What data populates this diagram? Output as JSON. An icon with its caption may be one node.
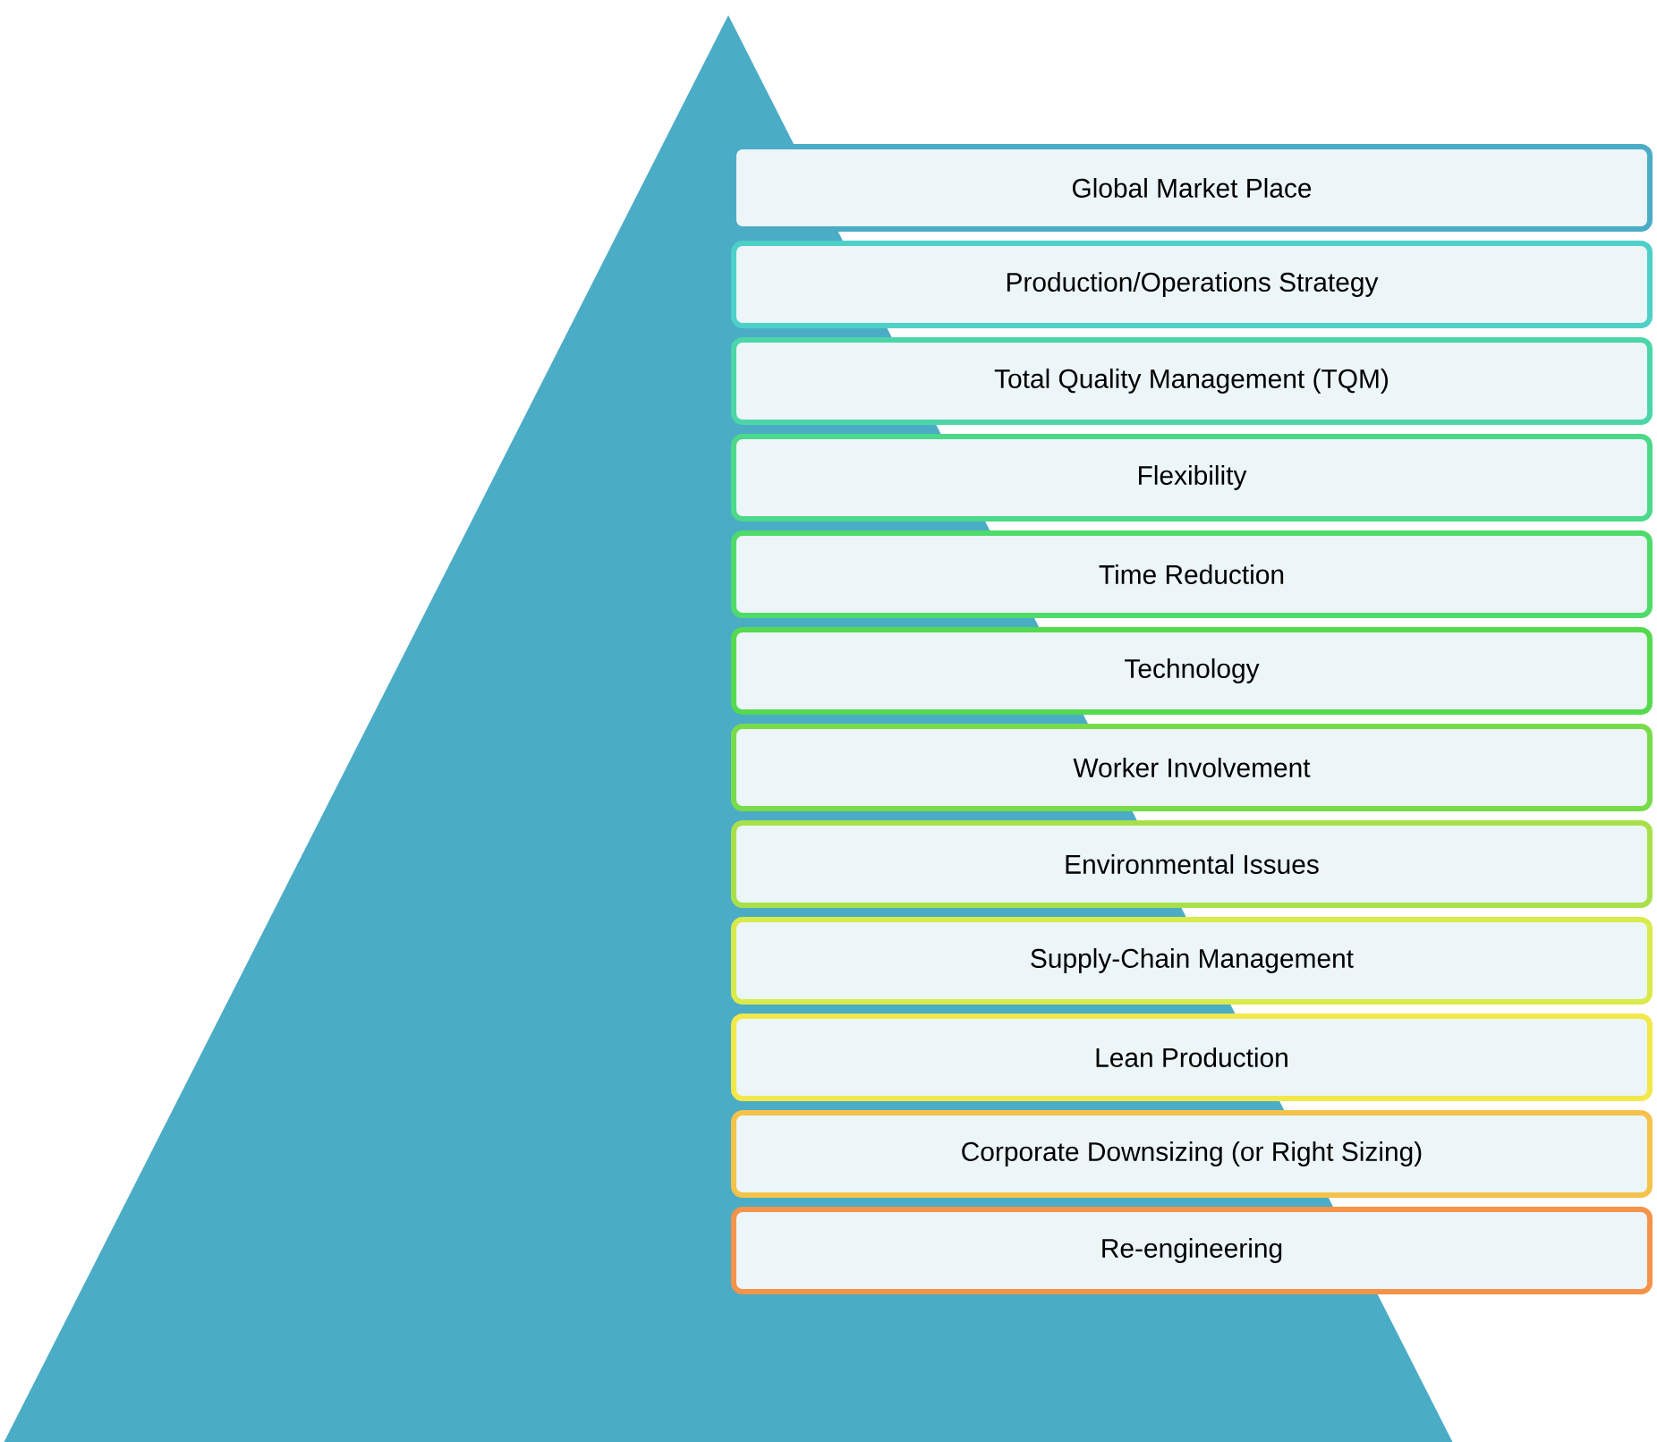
{
  "diagram": {
    "nodes": [
      {
        "text": [],
        "shape": "triangle"
      },
      {
        "text": [
          "Global Market Place"
        ]
      },
      {
        "text": [
          "Production/Operations Strategy"
        ]
      },
      {
        "text": [
          "Total Quality Management (TQM)"
        ]
      },
      {
        "text": [
          "Flexibility"
        ]
      },
      {
        "text": [
          "Time Reduction"
        ]
      },
      {
        "text": [
          "Technology"
        ]
      },
      {
        "text": [
          "Worker Involvement"
        ]
      },
      {
        "text": [
          "Environmental Issues"
        ]
      },
      {
        "text": [
          "Supply-Chain Management"
        ]
      },
      {
        "text": [
          "Lean Production"
        ]
      },
      {
        "text": [
          "Corporate Downsizing (or Right Sizing)"
        ]
      },
      {
        "text": [
          "Re-engineering"
        ]
      }
    ]
  }
}
